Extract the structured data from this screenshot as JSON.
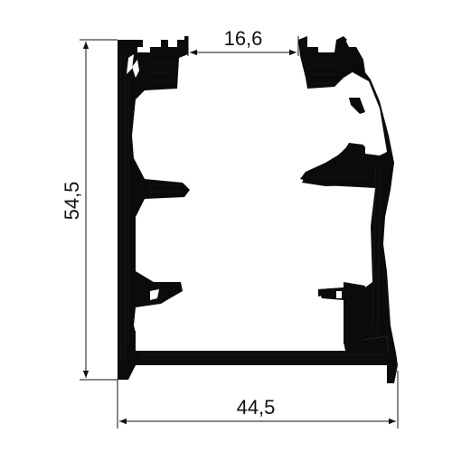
{
  "drawing": {
    "dimensions": {
      "top_gap": "16,6",
      "height": "54,5",
      "width": "44,5"
    },
    "colors": {
      "profile": "#0b0b0b",
      "lines": "#111111",
      "background": "#ffffff"
    }
  }
}
